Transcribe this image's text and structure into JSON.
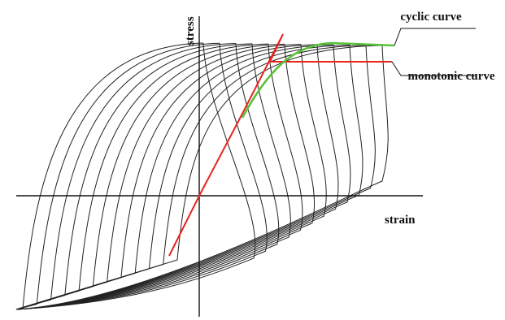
{
  "labels": {
    "y_axis": "stress",
    "x_axis": "strain",
    "cyclic_curve": "cyclic curve",
    "monotonic_curve": "monotonic curve"
  },
  "colors": {
    "axes": "#111111",
    "loops": "#222222",
    "monotonic": "#e8231c",
    "cyclic": "#59c23a",
    "leader": "#111111",
    "background": "#ffffff"
  },
  "loop_count": 12
}
